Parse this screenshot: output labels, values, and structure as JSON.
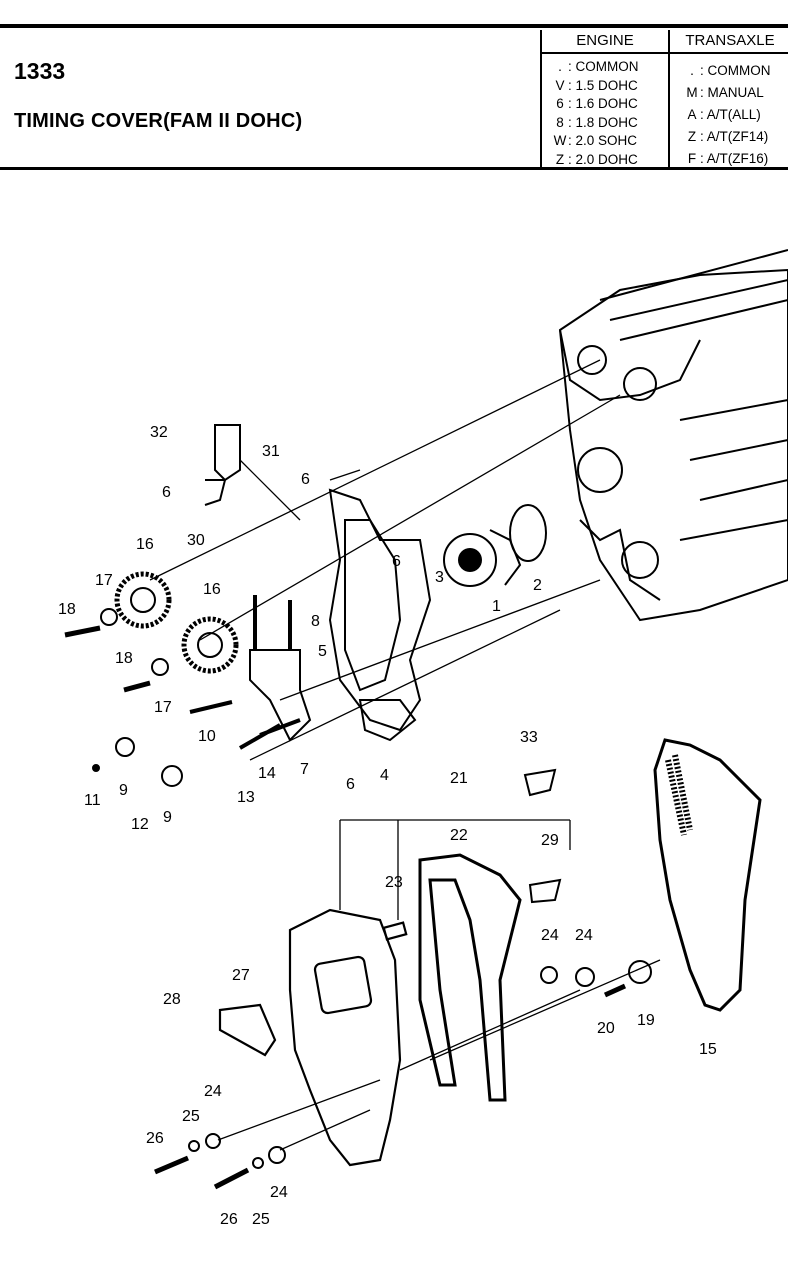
{
  "header": {
    "page_number": "1333",
    "title": "TIMING COVER(FAM II DOHC)",
    "engine": {
      "heading": "ENGINE",
      "rows": [
        {
          "code": ".",
          "desc": ": COMMON"
        },
        {
          "code": "V",
          "desc": ": 1.5 DOHC"
        },
        {
          "code": "6",
          "desc": ": 1.6 DOHC"
        },
        {
          "code": "8",
          "desc": ": 1.8 DOHC"
        },
        {
          "code": "W",
          "desc": ": 2.0 SOHC"
        },
        {
          "code": "Z",
          "desc": ": 2.0 DOHC"
        }
      ]
    },
    "transaxle": {
      "heading": "TRANSAXLE",
      "rows": [
        {
          "code": ".",
          "desc": ": COMMON"
        },
        {
          "code": "M",
          "desc": ": MANUAL"
        },
        {
          "code": "A",
          "desc": ": A/T(ALL)"
        },
        {
          "code": "Z",
          "desc": ": A/T(ZF14)"
        },
        {
          "code": "F",
          "desc": ": A/T(ZF16)"
        }
      ]
    }
  },
  "callouts": [
    "1",
    "2",
    "3",
    "4",
    "5",
    "6",
    "6",
    "6",
    "6",
    "7",
    "8",
    "9",
    "9",
    "10",
    "11",
    "12",
    "13",
    "14",
    "15",
    "16",
    "16",
    "17",
    "17",
    "18",
    "18",
    "19",
    "20",
    "21",
    "22",
    "23",
    "24",
    "24",
    "24",
    "24",
    "25",
    "25",
    "26",
    "26",
    "27",
    "28",
    "29",
    "30",
    "31",
    "32",
    "33"
  ]
}
